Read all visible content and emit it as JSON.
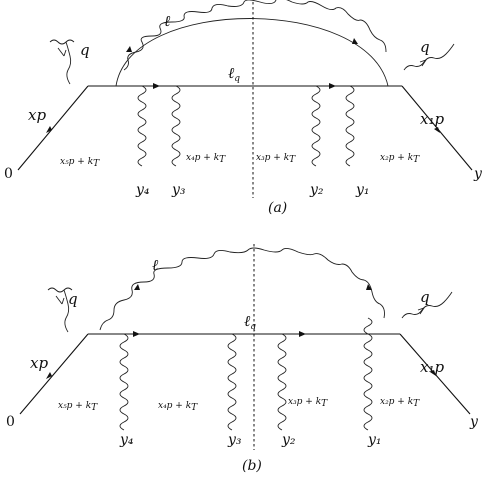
{
  "diagram_a": {
    "photon_in": "q",
    "photon_out": "q",
    "quark_in": "xp",
    "quark_out": "x₁p",
    "gluon_arc": "ℓ",
    "internal_quark": "ℓ",
    "internal_quark_sub": "q",
    "origin": "0",
    "end": "y",
    "mom_1": "x₅p + k",
    "mom_2": "x₄p + k",
    "mom_3": "x₃p + k",
    "mom_4": "x₂p + k",
    "mom_sub": "T",
    "y4": "y₄",
    "y3": "y₃",
    "y2": "y₂",
    "y1": "y₁",
    "caption": "(a)"
  },
  "diagram_b": {
    "photon_in": "q",
    "photon_out": "q",
    "quark_in": "xp",
    "quark_out": "x₁p",
    "gluon_arc": "ℓ",
    "internal_quark": "ℓ",
    "internal_quark_sub": "q",
    "origin": "0",
    "end": "y",
    "mom_1": "x₅p + k",
    "mom_2": "x₄p + k",
    "mom_3": "x₃p + k",
    "mom_4": "x₂p + k",
    "mom_sub": "T",
    "y4": "y₄",
    "y3": "y₃",
    "y2": "y₂",
    "y1": "y₁",
    "caption": "(b)"
  }
}
